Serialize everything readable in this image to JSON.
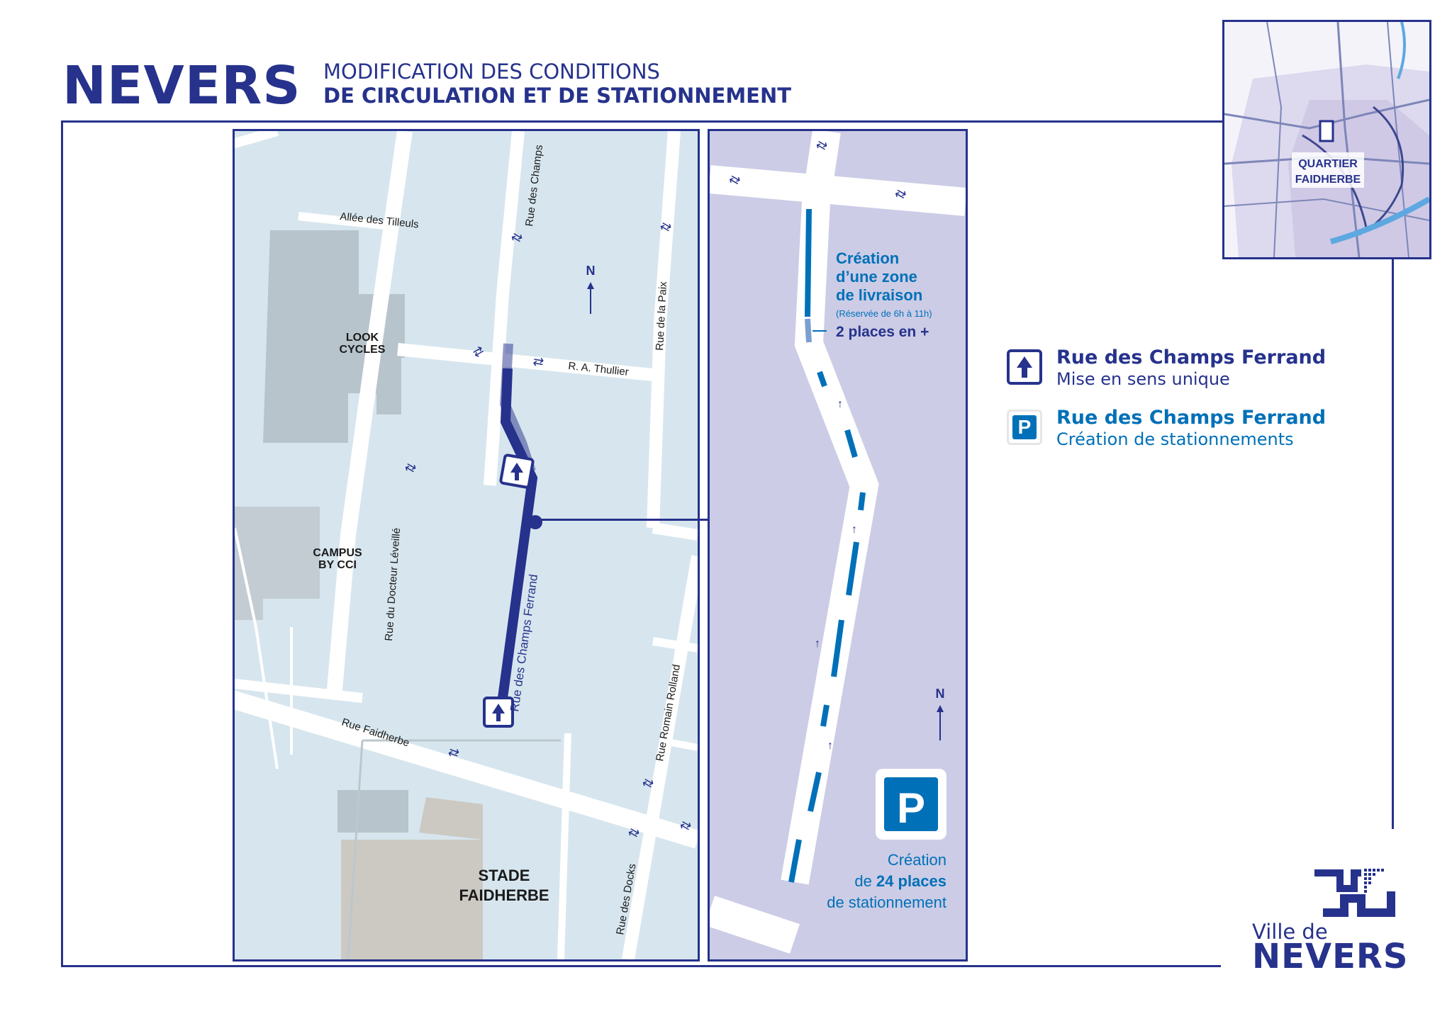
{
  "header": {
    "city": "NEVERS",
    "subtitle_line1": "MODIFICATION DES CONDITIONS",
    "subtitle_line2": "DE CIRCULATION ET DE STATIONNEMENT"
  },
  "inset_map": {
    "label_line1": "QUARTIER",
    "label_line2": "FAIDHERBE"
  },
  "left_map": {
    "streets": {
      "allee_tilleuls": "Allée des Tilleuls",
      "champs_top": "Rue des Champs",
      "rue_paix": "Rue de la Paix",
      "thullier": "R. A. Thullier",
      "docteur_leveille": "Rue du Docteur Léveillé",
      "champs_ferrand": "Rue des Champs Ferrand",
      "romain_rolland": "Rue Romain Rolland",
      "faidherbe": "Rue Faidherbe",
      "docks": "Rue des Docks"
    },
    "places": {
      "look_cycles_line1": "LOOK",
      "look_cycles_line2": "CYCLES",
      "campus_line1": "CAMPUS",
      "campus_line2": "BY CCI",
      "stade_line1": "STADE",
      "stade_line2": "FAIDHERBE"
    },
    "north": "N"
  },
  "right_map": {
    "delivery_line1": "Création",
    "delivery_line2": "d’une zone",
    "delivery_line3": "de livraison",
    "delivery_hours": "(Réservée de 6h à 11h)",
    "delivery_places": "2 places en +",
    "north": "N",
    "parking_symbol": "P",
    "parking_line1": "Création",
    "parking_line2_prefix": "de ",
    "parking_line2_bold": "24 places",
    "parking_line3": "de stationnement"
  },
  "legend": [
    {
      "title": "Rue des Champs Ferrand",
      "subtitle": "Mise en sens unique",
      "icon": "one-way-arrow-icon",
      "color": "#26328c"
    },
    {
      "title": "Rue des Champs Ferrand",
      "subtitle": "Création de stationnements",
      "icon": "parking-icon",
      "color": "#0070b8",
      "symbol": "P"
    }
  ],
  "logo": {
    "line1": "Ville de",
    "line2": "NEVERS"
  },
  "colors": {
    "navy": "#26328c",
    "blue": "#0070b8",
    "map_left_bg": "#d7e6ee",
    "map_right_bg": "#ccccE6",
    "building": "#b8c4cc"
  }
}
